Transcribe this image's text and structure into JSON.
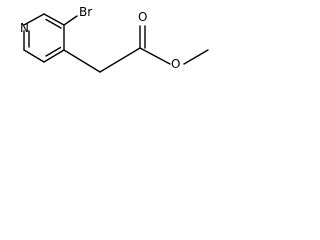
{
  "molecule": {
    "atoms": {
      "nitrogen": "N",
      "bromine": "Br",
      "carbonyl_oxygen": "O",
      "ester_oxygen": "O"
    },
    "colors": {
      "bond": "#000000",
      "label": "#000000",
      "background": "#ffffff"
    }
  }
}
